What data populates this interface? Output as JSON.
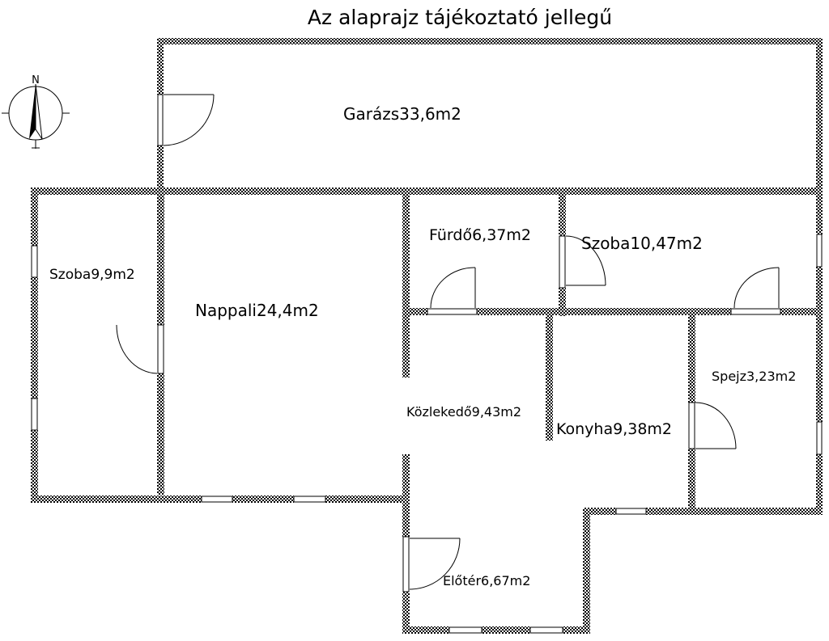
{
  "title": "Az alaprajz tájékoztató jellegű",
  "compass": {
    "letter": "N"
  },
  "rooms": [
    {
      "id": "garazs",
      "label": "Garázs33,6m2"
    },
    {
      "id": "szoba1",
      "label": "Szoba9,9m2"
    },
    {
      "id": "nappali",
      "label": "Nappali24,4m2"
    },
    {
      "id": "furdo",
      "label": "Fürdő6,37m2"
    },
    {
      "id": "szoba2",
      "label": "Szoba10,47m2"
    },
    {
      "id": "kozlekedo",
      "label": "Közlekedő9,43m2"
    },
    {
      "id": "konyha",
      "label": "Konyha9,38m2"
    },
    {
      "id": "spejz",
      "label": "Spejz3,23m2"
    },
    {
      "id": "eloter",
      "label": "Előtér6,67m2"
    }
  ],
  "colors": {
    "wall": "#000000",
    "wall_hatch": "#ffffff",
    "background": "#ffffff"
  }
}
